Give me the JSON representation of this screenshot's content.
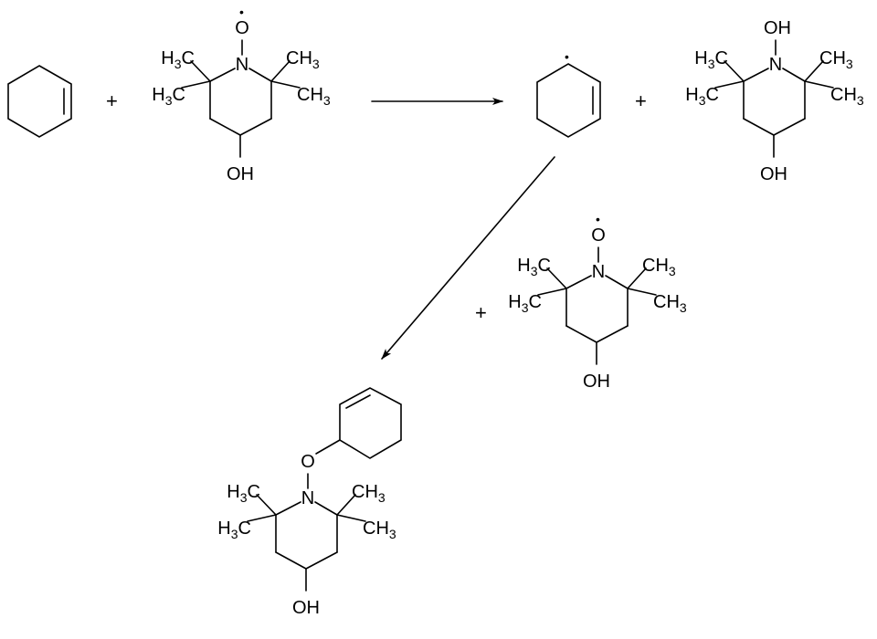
{
  "diagram": {
    "plus_signs": [
      "+",
      "+",
      "+"
    ],
    "atoms": {
      "nitrogen": "N",
      "oxygen": "O",
      "hydroxyl": "OH"
    },
    "methyl_left": {
      "h": "H",
      "sub": "3",
      "c": "C"
    },
    "methyl_right": {
      "c": "CH",
      "sub": "3"
    },
    "radical_marker": "•",
    "molecules": [
      {
        "name": "cyclohexene"
      },
      {
        "name": "tempol-radical",
        "top_group": "O",
        "radical": true
      },
      {
        "name": "cyclohexenyl-radical",
        "radical": true
      },
      {
        "name": "tempol-hydroxylamine",
        "top_group": "OH"
      },
      {
        "name": "tempol-radical-2",
        "top_group": "O",
        "radical": true
      },
      {
        "name": "cyclohexenyl-ether-product",
        "top_group": "O"
      }
    ]
  }
}
